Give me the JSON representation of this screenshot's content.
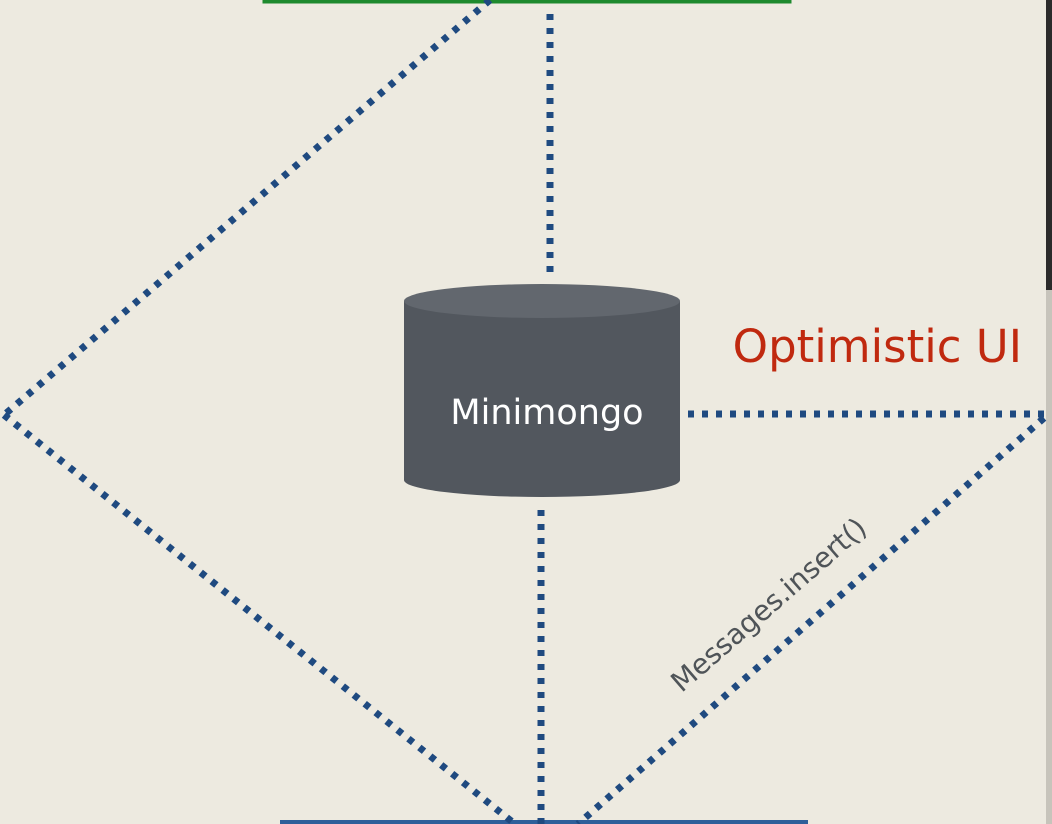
{
  "diagram": {
    "heading": "Optimistic UI",
    "database": {
      "label": "Minimongo",
      "icon": "database-cylinder-icon"
    },
    "edge_label": "Messages.insert()"
  },
  "colors": {
    "background": "#edeae0",
    "connector": "#1f4a80",
    "cylinder_body": "#52575e",
    "cylinder_top": "#62676e",
    "heading": "#c0290f",
    "top_box_border": "#1e8a2e",
    "bottom_box_border": "#2e5f9a",
    "right_edge_dark": "#2b2b2b"
  }
}
